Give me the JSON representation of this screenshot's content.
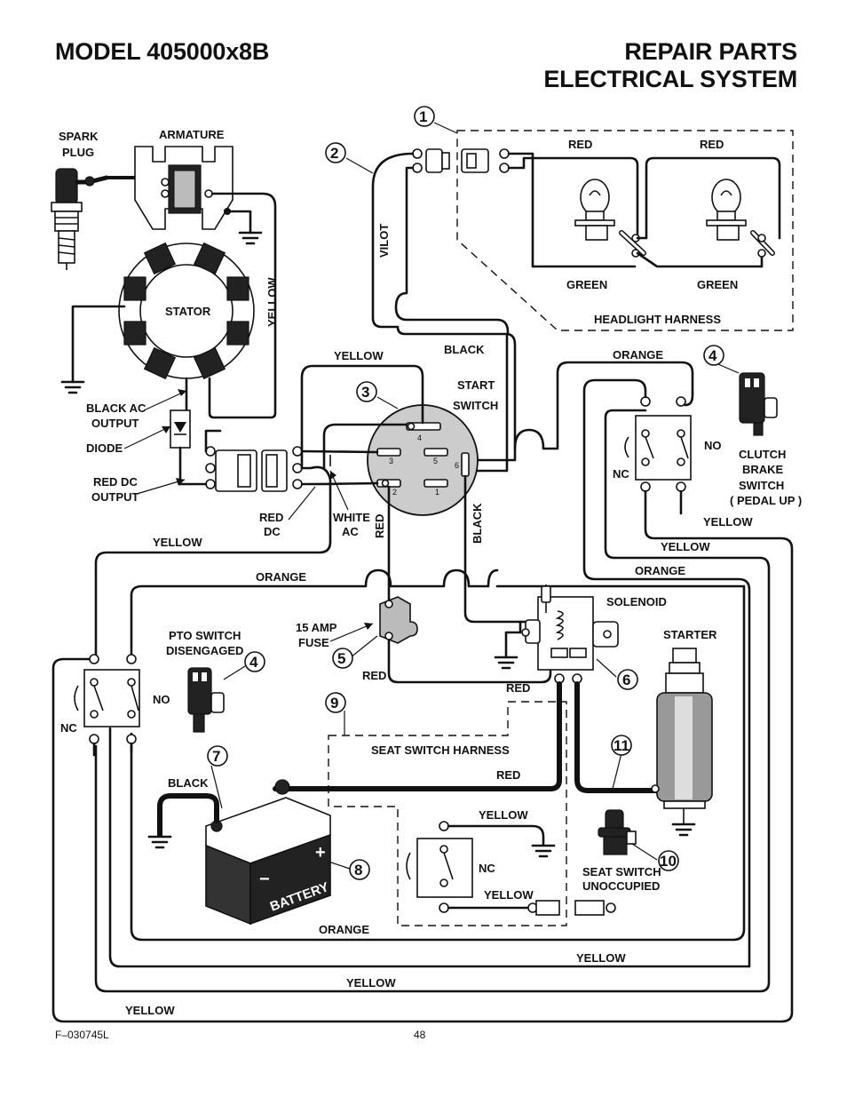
{
  "header": {
    "model_title": "MODEL 405000x8B",
    "section_title_line1": "REPAIR PARTS",
    "section_title_line2": "ELECTRICAL SYSTEM"
  },
  "footer": {
    "doc_code": "F–030745L",
    "page_number": "48"
  },
  "labels": {
    "spark_plug_1": "SPARK",
    "spark_plug_2": "PLUG",
    "armature": "ARMATURE",
    "stator": "STATOR",
    "yellow_stator": "YELLOW",
    "black_ac_output_1": "BLACK AC",
    "black_ac_output_2": "OUTPUT",
    "diode": "DIODE",
    "red_dc_output_1": "RED DC",
    "red_dc_output_2": "OUTPUT",
    "red_dc_1": "RED",
    "red_dc_2": "DC",
    "white_ac_1": "WHITE",
    "white_ac_2": "AC",
    "vilot": "VILOT",
    "headlight_red_left": "RED",
    "headlight_red_right": "RED",
    "headlight_green_left": "GREEN",
    "headlight_green_right": "GREEN",
    "headlight_harness": "HEADLIGHT HARNESS",
    "yellow_top": "YELLOW",
    "black_top": "BLACK",
    "start_switch_1": "START",
    "start_switch_2": "SWITCH",
    "orange_top": "ORANGE",
    "clutch_no": "NO",
    "clutch_nc": "NC",
    "clutch_brake_1": "CLUTCH",
    "clutch_brake_2": "BRAKE",
    "clutch_brake_3": "SWITCH",
    "clutch_brake_4": "( PEDAL UP )",
    "yellow_clutch_1": "YELLOW",
    "yellow_clutch_2": "YELLOW",
    "orange_clutch": "ORANGE",
    "red_vertical": "RED",
    "black_vertical": "BLACK",
    "yellow_left_mid": "YELLOW",
    "orange_left_mid": "ORANGE",
    "solenoid": "SOLENOID",
    "starter": "STARTER",
    "fuse_1": "15 AMP",
    "fuse_2": "FUSE",
    "red_fuse": "RED",
    "red_solenoid": "RED",
    "pto_switch_1": "PTO SWITCH",
    "pto_switch_2": "DISENGAGED",
    "pto_no": "NO",
    "pto_nc": "NC",
    "seat_switch_harness": "SEAT SWITCH HARNESS",
    "black_battery": "BLACK",
    "red_battery": "RED",
    "yellow_seat_top": "YELLOW",
    "seat_nc": "NC",
    "yellow_seat_bottom": "YELLOW",
    "seat_switch_unoccupied_1": "SEAT SWITCH",
    "seat_switch_unoccupied_2": "UNOCCUPIED",
    "orange_bottom": "ORANGE",
    "yellow_bottom_right": "YELLOW",
    "yellow_bottom_mid": "YELLOW",
    "yellow_bottom_left": "YELLOW",
    "battery": "BATTERY",
    "battery_plus": "+",
    "battery_minus": "−"
  },
  "start_switch_terminals": [
    "1",
    "2",
    "3",
    "4",
    "5",
    "6"
  ],
  "callouts": [
    "1",
    "2",
    "3",
    "4",
    "4",
    "5",
    "6",
    "7",
    "8",
    "9",
    "10",
    "11"
  ]
}
